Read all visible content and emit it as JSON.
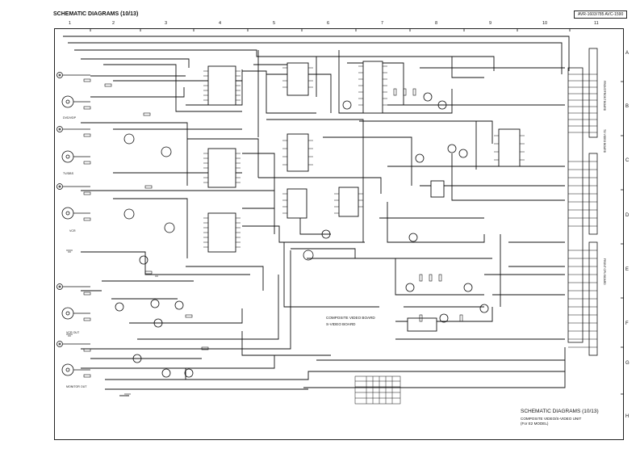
{
  "header": {
    "title": "SCHEMATIC DIAGRAMS (10/13)",
    "model": "AVR-1603/785 AVC-1590"
  },
  "grid": {
    "columns": [
      "1",
      "2",
      "3",
      "4",
      "5",
      "6",
      "7",
      "8",
      "9",
      "10",
      "11"
    ],
    "rows": [
      "A",
      "B",
      "C",
      "D",
      "E",
      "F",
      "G",
      "H"
    ]
  },
  "jacks": {
    "dvd_vdp": "DVD/VDP",
    "tv_dbs": "TV/DBS",
    "vcr": "VCR",
    "vcr_out": "VCR OUT",
    "monitor_out": "MONITOR OUT"
  },
  "boards": {
    "composite": "COMPOSITE VIDEO BOARD",
    "svideo": "S-VIDEO BOARD"
  },
  "connectors": {
    "right_top": "FRONT/FRONT BOARD",
    "right_mid": "TO VIDEO BOARD",
    "right_low": "FRONT CPU BOARD"
  },
  "footer": {
    "title": "SCHEMATIC DIAGRAMS (10/13)",
    "subtitle": "COMPOSITE VIDEO/S-VIDEO UNIT",
    "note": "(For E2 MODEL)"
  }
}
